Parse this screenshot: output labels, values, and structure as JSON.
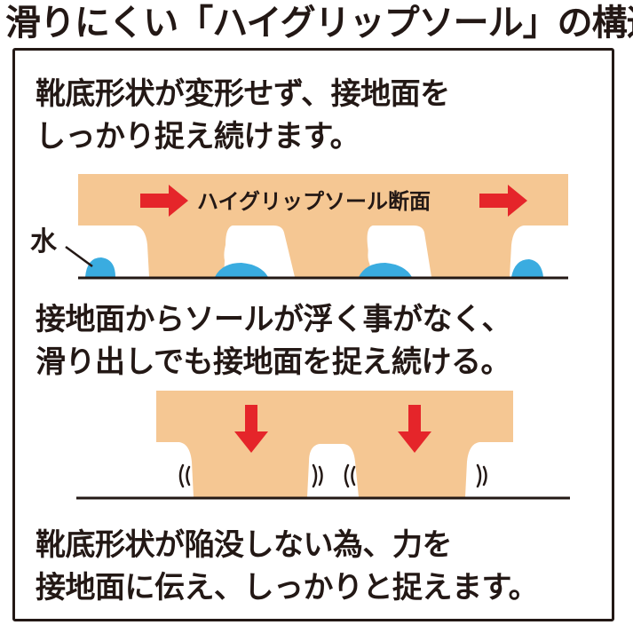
{
  "title": "滑りにくい「ハイグリップソール」の構造",
  "paragraphs": {
    "p1": [
      "靴底形状が変形せず、接地面を",
      "しっかり捉え続けます。"
    ],
    "p2": [
      "接地面からソールが浮く事がなく、",
      "滑り出しでも接地面を捉え続ける。"
    ],
    "p3": [
      "靴底形状が陥没しない為、力を",
      "接地面に伝え、しっかりと捉えます。"
    ]
  },
  "diagram1": {
    "sole_label": "ハイグリップソール断面",
    "water_label": "水"
  },
  "colors": {
    "sole": "#f5c793",
    "arrow": "#e5252a",
    "water": "#3aace0",
    "line": "#231815"
  }
}
